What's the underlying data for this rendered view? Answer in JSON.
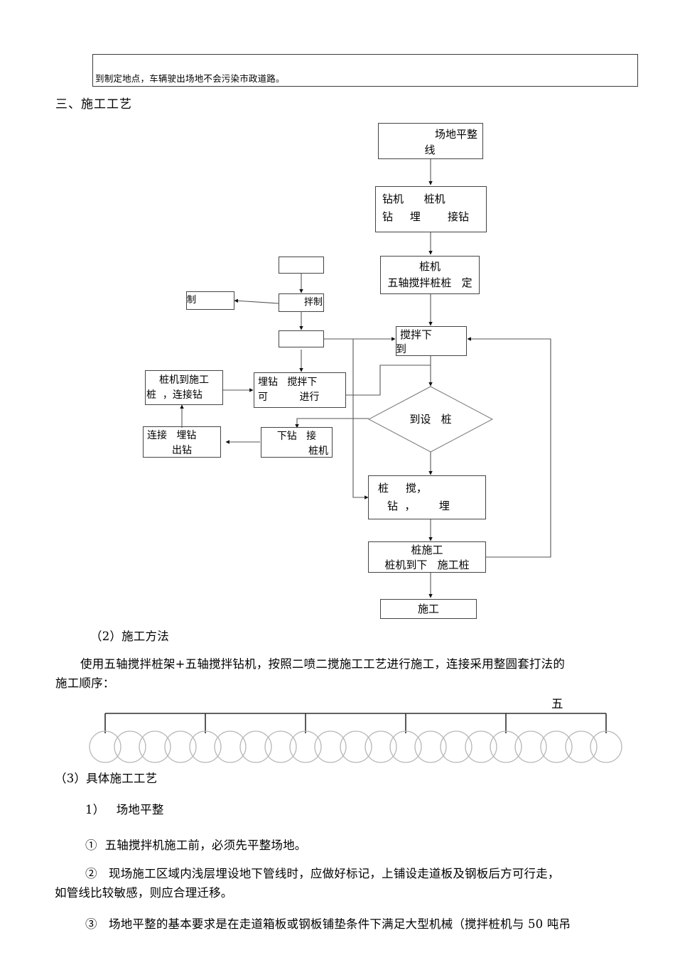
{
  "header_table": {
    "text": "到制定地点，车辆驶出场地不会污染市政道路。"
  },
  "section": {
    "heading": "三、施工工艺"
  },
  "flowchart": {
    "nodes": [
      {
        "id": "n1",
        "name": "site-leveling",
        "shape": "box",
        "line1": "场地平整",
        "line2": "线",
        "align1": "right",
        "align2": "center"
      },
      {
        "id": "n2",
        "name": "rig-pile-machine",
        "shape": "box",
        "line1": "钻机      桩机",
        "line2": "钻     埋        接钻",
        "align1": "left",
        "align2": "left"
      },
      {
        "id": "n3",
        "name": "five-axis-pile-set",
        "shape": "box",
        "line1": "桩机",
        "line2": "五轴搅拌桩桩   定",
        "align1": "center",
        "align2": "center"
      },
      {
        "id": "n4",
        "name": "mix-down-to",
        "shape": "box",
        "line1": "搅拌下",
        "line2": "到",
        "align1": "left",
        "align2": "left"
      },
      {
        "id": "n5",
        "name": "empty-upper",
        "shape": "box",
        "line1": "",
        "line2": "",
        "align1": "center",
        "align2": "center"
      },
      {
        "id": "n6",
        "name": "mixing-prepare",
        "shape": "box",
        "line1": "拌制",
        "line2": "",
        "align1": "right",
        "align2": "right"
      },
      {
        "id": "n7",
        "name": "prepare-left",
        "shape": "box",
        "line1": "制",
        "line2": "",
        "align1": "left",
        "align2": "left"
      },
      {
        "id": "n8",
        "name": "empty-lower",
        "shape": "box",
        "line1": "",
        "line2": "",
        "align1": "center",
        "align2": "center"
      },
      {
        "id": "n9",
        "name": "pile-machine-to-site",
        "shape": "box",
        "line1": "桩机到施工",
        "line2": "桩  ，连接钻",
        "align1": "center",
        "align2": "left"
      },
      {
        "id": "n10",
        "name": "bury-drill-mix-down",
        "shape": "box",
        "line1": "埋钻   搅拌下",
        "line2": "可          进行",
        "align1": "left",
        "align2": "left"
      },
      {
        "id": "n11",
        "name": "connect-bury-out",
        "shape": "box",
        "line1": "连接   埋钻",
        "line2": "出钻",
        "align1": "left",
        "align2": "center"
      },
      {
        "id": "n12",
        "name": "down-drill-connect",
        "shape": "box",
        "line1": "下钻   接",
        "line2": "桩机",
        "align1": "center",
        "align2": "right"
      },
      {
        "id": "n13",
        "name": "reach-design-depth",
        "shape": "diamond",
        "line1": "到设   桩",
        "line2": "",
        "align1": "center",
        "align2": "center"
      },
      {
        "id": "n14",
        "name": "pile-mix-drill-bury",
        "shape": "box",
        "line1": "桩     搅，",
        "line2": "钻  ，       埋",
        "align1": "left",
        "align2": "left"
      },
      {
        "id": "n15",
        "name": "pile-construction",
        "shape": "box",
        "line1": "桩施工",
        "line2": "桩机到下   施工桩",
        "align1": "center",
        "align2": "center"
      },
      {
        "id": "n16",
        "name": "construction-end",
        "shape": "box",
        "line1": "施工",
        "line2": "",
        "align1": "center",
        "align2": "center"
      }
    ]
  },
  "pile_diagram": {
    "bracket_label": "五",
    "tick_count": 5
  },
  "body": {
    "p_method_title": "（2）施工方法",
    "p_method_text": "使用五轴搅拌桩架+五轴搅拌钻机，按照二喷二搅施工工艺进行施工，连接采用整圆套打法的",
    "p_method_text2": "施工顺序：",
    "p_detail_title": "（3）具体施工工艺",
    "p_item_1": "1）   场地平整",
    "p_item_c1": "①  五轴搅拌机施工前，必须先平整场地。",
    "p_item_c2_l1": "②   现场施工区域内浅层埋设地下管线时，应做好标记，上铺设走道板及钢板后方可行走，",
    "p_item_c2_l2": "如管线比较敏感，则应合理迁移。",
    "p_item_c3": "③   场地平整的基本要求是在走道箱板或钢板铺垫条件下满足大型机械（搅拌桩机与 50 吨吊"
  }
}
